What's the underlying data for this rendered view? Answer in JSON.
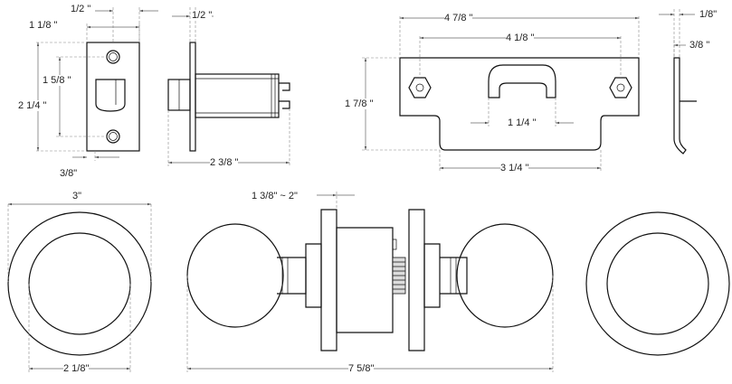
{
  "dimensions": {
    "latch_backset_depth": "1/2 \"",
    "latch_faceplate_width": "1 1/8 \"",
    "latch_hole_spacing": "1 5/8 \"",
    "latch_faceplate_height": "2 1/4 \"",
    "latch_edge_offset": "3/8\"",
    "latch_side_flange": "1/2 \"",
    "latch_length": "2 3/8 \"",
    "strike_width": "4 7/8 \"",
    "strike_hole_spacing": "4 1/8 \"",
    "strike_height": "1 7/8 \"",
    "strike_opening_width": "1 1/4 \"",
    "strike_lip_width": "3 1/4 \"",
    "strike_thickness": "1/8\"",
    "strike_lip_depth": "3/8 \"",
    "rose_diameter": "3\"",
    "door_thickness_range": "1 3/8\" ~ 2\"",
    "knob_diameter": "2 1/8\"",
    "overall_length": "7 5/8\""
  }
}
